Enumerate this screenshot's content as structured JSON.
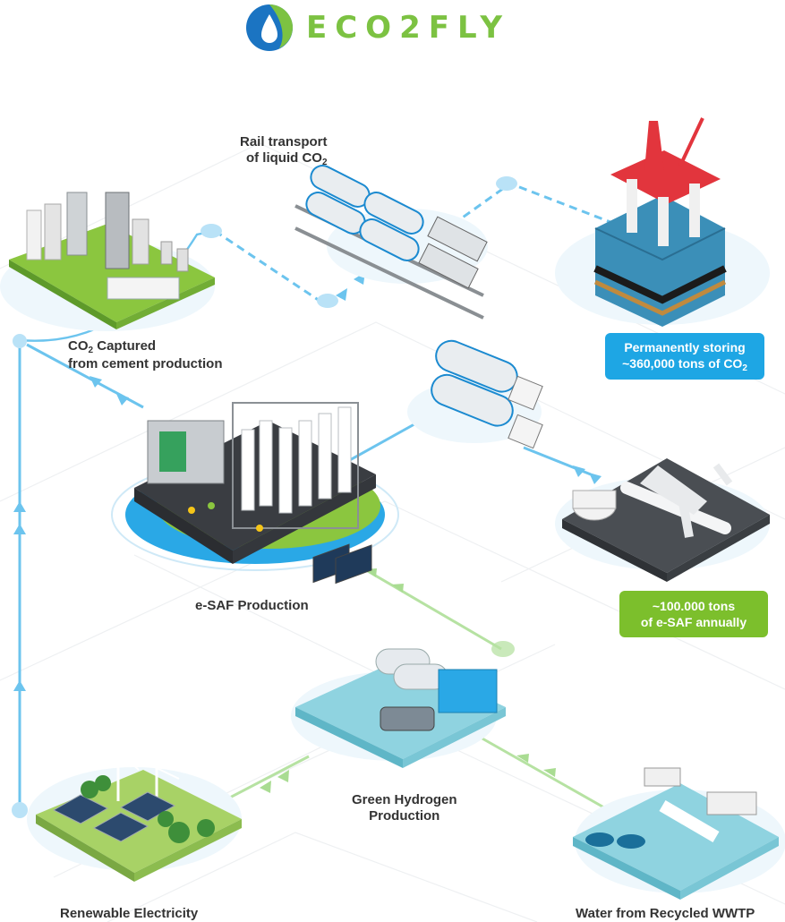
{
  "logo": {
    "text": "ECO2FLY",
    "icon": "eco2fly-drop-logo",
    "colors": {
      "blue": "#1b74c2",
      "green": "#7cc242"
    }
  },
  "labels": {
    "rail_line1": "Rail transport",
    "rail_line2_prefix": "of liquid CO",
    "rail_line2_sub": "2",
    "captured_line1_prefix": "CO",
    "captured_line1_sub": "2",
    "captured_line1_suffix": " Captured",
    "captured_line2": "from cement production",
    "esaf_production": "e-SAF Production",
    "hydrogen_line1": "Green Hydrogen",
    "hydrogen_line2": "Production",
    "renewable": "Renewable Electricity",
    "water": "Water from Recycled WWTP"
  },
  "badges": {
    "storage_line1": "Permanently storing",
    "storage_line2_prefix": "~360,000 tons of CO",
    "storage_line2_sub": "2",
    "esaf_line1": "~100.000 tons",
    "esaf_line2": "of e-SAF annually"
  },
  "colors": {
    "co2_flow": "#6cc4ee",
    "green_flow": "#b6e2a2",
    "platform_red": "#e2353d",
    "ground_green": "#8bc63f",
    "dark_pad": "#3a3d42",
    "ring_blue": "#2aa8e6",
    "grid": "#f0f1f3"
  },
  "illustrations": [
    "cement-plant",
    "rail-train",
    "offshore-platform",
    "esaf-plant",
    "tanker-trucks",
    "airport-plane",
    "hydrogen-plant",
    "renewable-farm",
    "wastewater-plant"
  ]
}
